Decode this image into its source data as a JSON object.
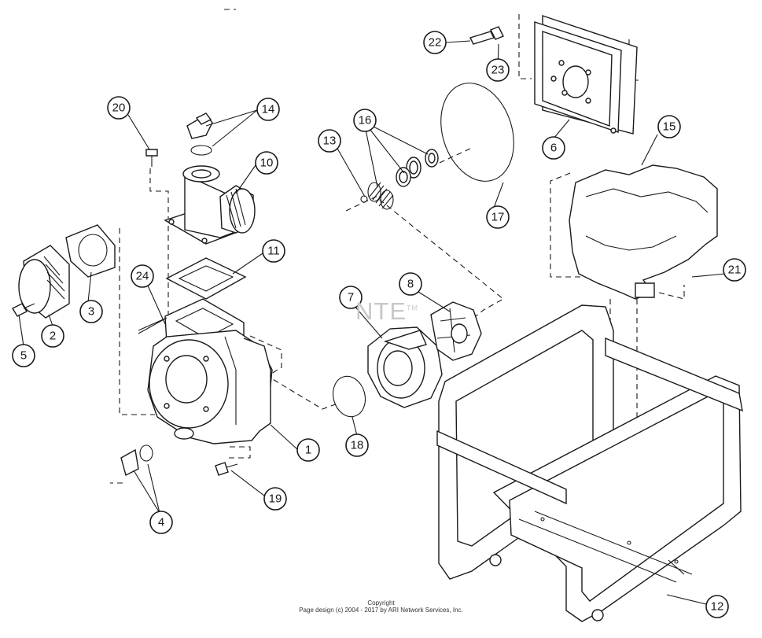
{
  "watermark": {
    "text": "NTE",
    "trademark": "TM"
  },
  "footer": {
    "copyright": "Copyright",
    "page_design": "Page design (c) 2004 - 2017 by ARI Network Services, Inc."
  },
  "callouts": [
    {
      "id": "c1",
      "label": "1"
    },
    {
      "id": "c2",
      "label": "2"
    },
    {
      "id": "c3",
      "label": "3"
    },
    {
      "id": "c4",
      "label": "4"
    },
    {
      "id": "c5",
      "label": "5"
    },
    {
      "id": "c6",
      "label": "6"
    },
    {
      "id": "c7",
      "label": "7"
    },
    {
      "id": "c8",
      "label": "8"
    },
    {
      "id": "c10",
      "label": "10"
    },
    {
      "id": "c11",
      "label": "11"
    },
    {
      "id": "c12",
      "label": "12"
    },
    {
      "id": "c13",
      "label": "13"
    },
    {
      "id": "c14",
      "label": "14"
    },
    {
      "id": "c15",
      "label": "15"
    },
    {
      "id": "c16",
      "label": "16"
    },
    {
      "id": "c17",
      "label": "17"
    },
    {
      "id": "c18",
      "label": "18"
    },
    {
      "id": "c19",
      "label": "19"
    },
    {
      "id": "c20",
      "label": "20"
    },
    {
      "id": "c21",
      "label": "21"
    },
    {
      "id": "c22",
      "label": "22"
    },
    {
      "id": "c23",
      "label": "23"
    },
    {
      "id": "c24",
      "label": "24"
    }
  ]
}
